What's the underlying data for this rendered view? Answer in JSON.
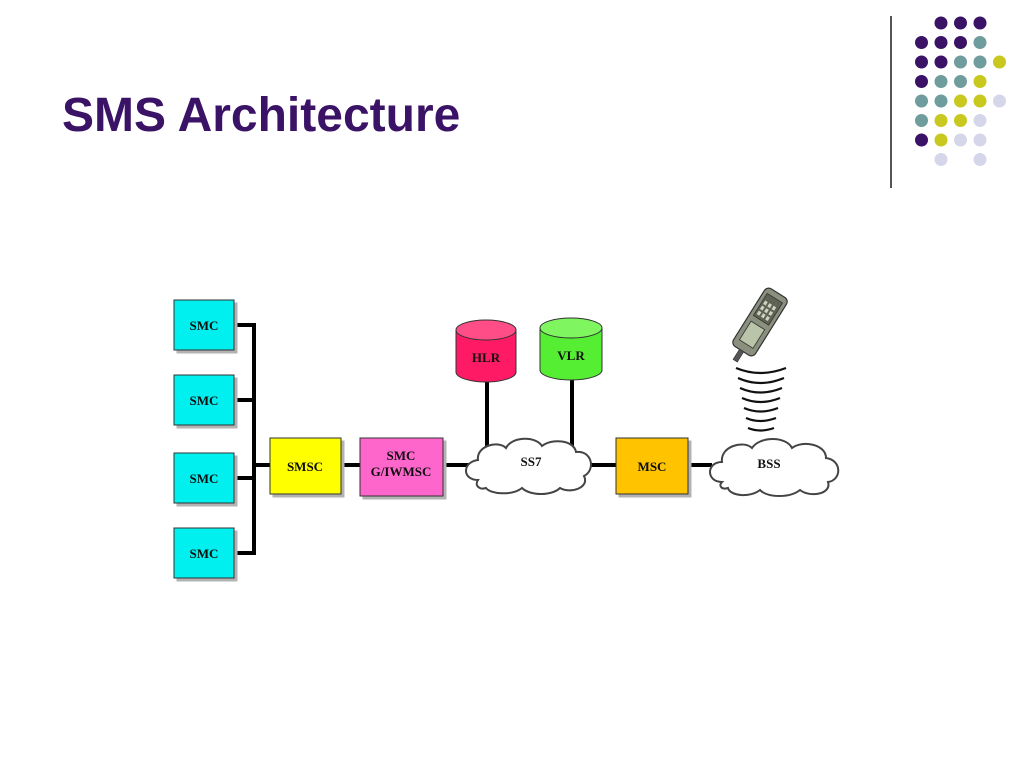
{
  "slide": {
    "title": "SMS Architecture"
  },
  "diagram": {
    "smc_nodes": [
      {
        "label": "SMC"
      },
      {
        "label": "SMC"
      },
      {
        "label": "SMC"
      },
      {
        "label": "SMC"
      }
    ],
    "smsc": {
      "label": "SMSC"
    },
    "gateway": {
      "line1": "SMC",
      "line2": "G/IWMSC"
    },
    "hlr": {
      "label": "HLR"
    },
    "vlr": {
      "label": "VLR"
    },
    "ss7": {
      "label": "SS7"
    },
    "msc": {
      "label": "MSC"
    },
    "bss": {
      "label": "BSS"
    },
    "colors": {
      "title": "#3a1266",
      "smc": "#00f0f0",
      "smsc": "#ffff00",
      "gateway": "#ff66cc",
      "hlr": "#ff1a66",
      "vlr": "#55ee33",
      "msc": "#ffc300",
      "dot_purple": "#3a1266",
      "dot_teal": "#6f9c9c",
      "dot_yellow": "#c8c81e",
      "dot_lavender": "#d6d6ea"
    }
  }
}
